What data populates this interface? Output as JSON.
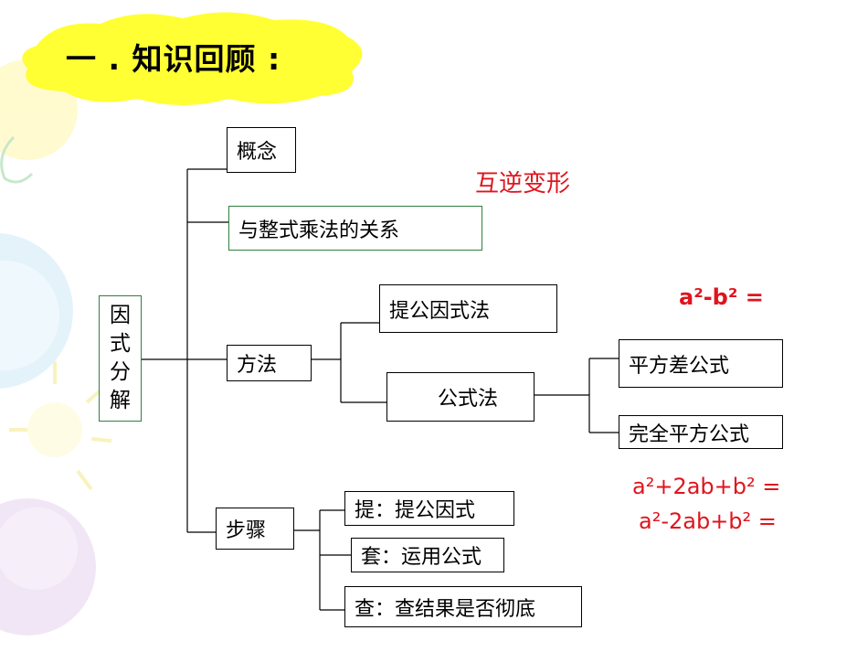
{
  "title": "一 . 知识回顾 :",
  "root": [
    "因",
    "式",
    "分",
    "解"
  ],
  "nodes": {
    "concept": "概念",
    "relation": "与整式乘法的关系",
    "method": "方法",
    "extract": "提公因式法",
    "formula": "公式法",
    "diff_squares": "平方差公式",
    "perfect_square": "完全平方公式",
    "steps": "步骤",
    "step1": "提：提公因式",
    "step2": "套：运用公式",
    "step3": "查：查结果是否彻底"
  },
  "notes": {
    "inverse": "互逆变形",
    "f1": "a²-b² =",
    "f2": "a²+2ab+b² =",
    "f3": "a²-2ab+b² ="
  },
  "colors": {
    "accent_red": "#e0141e",
    "title_cloud": "#ffff33",
    "box_border_green": "#2f7f3f"
  }
}
